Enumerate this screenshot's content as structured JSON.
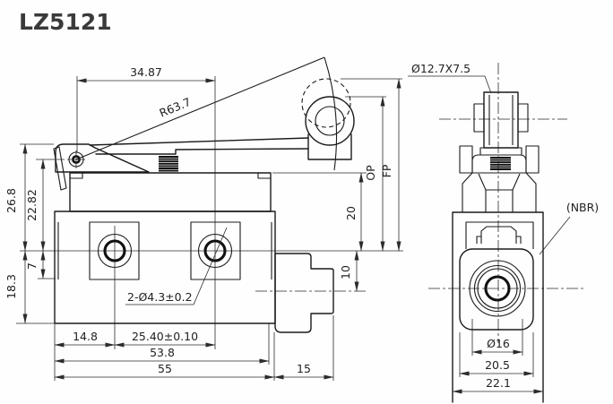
{
  "title": "LZ5121",
  "front": {
    "dim_arm": "34.87",
    "dim_radius": "R63.7",
    "dim_h_top": "26.8",
    "dim_h_pivot": "22.82",
    "dim_h_boss": "7",
    "dim_h_lower": "18.3",
    "dim_cover_datum": "20",
    "dim_conduit_center": "10",
    "label_op": "OP",
    "label_fp": "FP",
    "dim_hole_offset": "14.8",
    "dim_hole_pitch": "25.40±0.10",
    "dim_w_inner": "53.8",
    "dim_w_body": "55",
    "dim_conduit": "15",
    "label_holes": "2-Ø4.3±0.2"
  },
  "side": {
    "label_roller": "Ø12.7X7.5",
    "label_seal": "(NBR)",
    "dim_hole": "Ø16",
    "dim_seal_w": "20.5",
    "dim_depth": "22.1"
  }
}
